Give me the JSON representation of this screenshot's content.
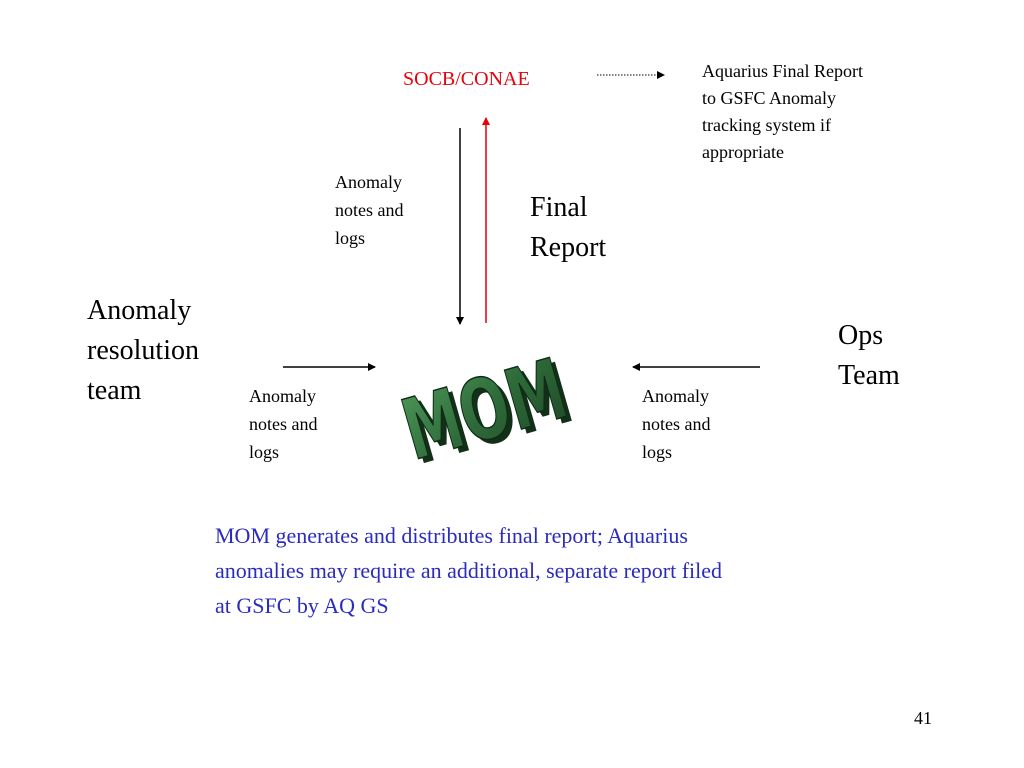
{
  "slide": {
    "socb_label": "SOCB/CONAE",
    "aquarius_report_lines": [
      "Aquarius Final Report",
      "to GSFC Anomaly",
      "tracking system if",
      "appropriate"
    ],
    "notes_top_lines": [
      "Anomaly",
      "notes and",
      "logs"
    ],
    "final_report_lines": [
      "Final",
      "Report"
    ],
    "resolution_team_lines": [
      "Anomaly",
      "resolution",
      "team"
    ],
    "ops_team_lines": [
      "Ops",
      "Team"
    ],
    "notes_left_lines": [
      "Anomaly",
      "notes and",
      "logs"
    ],
    "notes_right_lines": [
      "Anomaly",
      "notes and",
      "logs"
    ],
    "mom_logo_text": "MOM",
    "caption_lines": [
      "MOM generates and distributes final report; Aquarius",
      "anomalies may require an additional, separate report filed",
      "at GSFC by AQ GS"
    ],
    "page_number": "41"
  },
  "colors": {
    "socb_text": "#e8000b",
    "final_report_arrow": "#e8000b",
    "caption_text": "#2b2bbd",
    "mom_logo_fill": "#2f6b3a"
  },
  "icons": {
    "mom_logo": "mom-3d-green-logo"
  }
}
